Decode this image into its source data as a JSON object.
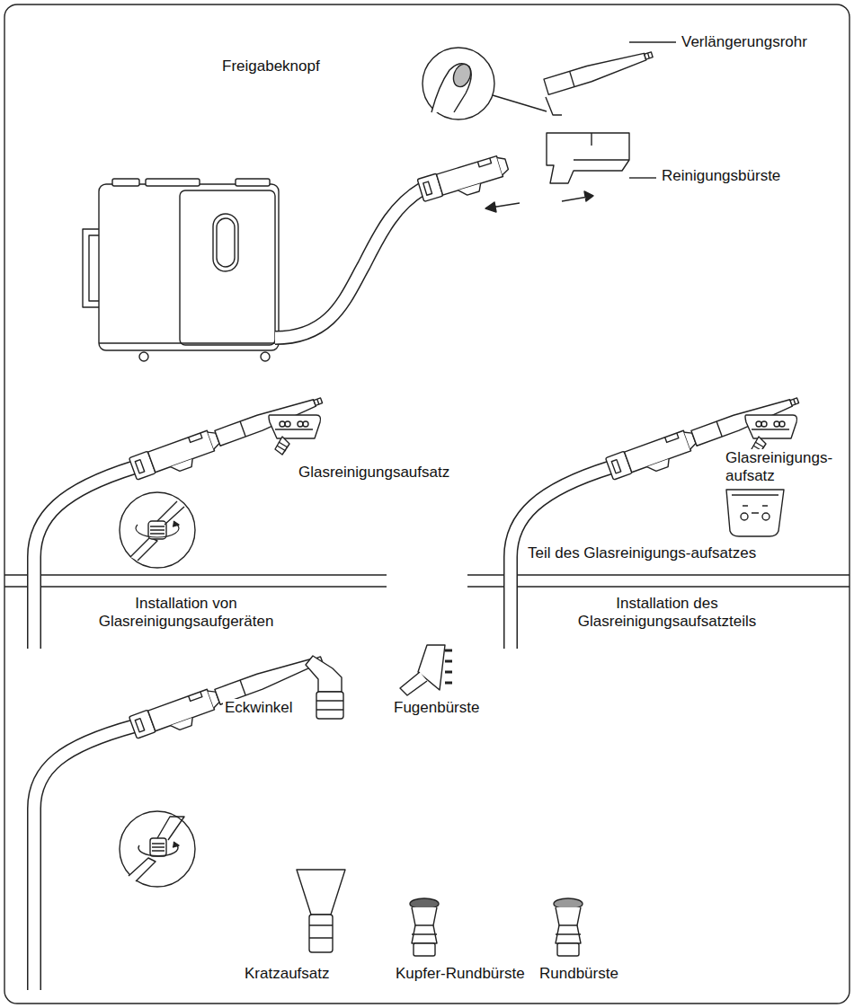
{
  "diagram": {
    "labels": [
      "Freigabeknopf",
      "Verlängerungsrohr",
      "Reinigungsbürste",
      "Glasreinigungsaufsatz",
      "Glasreinigungs- aufsatz",
      "Teil des Glasreinigungs-aufsatzes",
      "Installation von Glasreinigungsaufgeräten",
      "Installation des Glasreinigungsaufsatzteils",
      "Eckwinkel",
      "Fugenbürste",
      "Kratzaufsatz",
      "Kupfer-Rundbürste",
      "Rundbürste"
    ]
  }
}
